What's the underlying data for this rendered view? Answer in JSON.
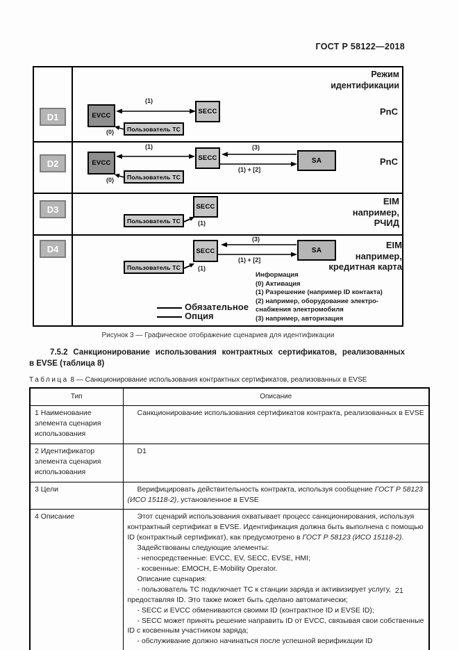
{
  "page": {
    "header": "ГОСТ Р 58122—2018",
    "number": "21"
  },
  "figure": {
    "mode_column_header": "Режим\nидентификации",
    "boxes": {
      "evcc": "EVCC",
      "secc": "SECC",
      "sa": "SA",
      "user": "Пользователь ТС"
    },
    "arrow_labels": {
      "activation": "(0)",
      "permission": "(1)",
      "authorization": "(3)",
      "combo": "(1) + [2]"
    },
    "rows": [
      {
        "id": "D1",
        "mode": "PnC"
      },
      {
        "id": "D2",
        "mode": "PnC"
      },
      {
        "id": "D3",
        "mode": "EIM\nнапример,\nРЧИД"
      },
      {
        "id": "D4",
        "mode": "EIM\nнапример,\nкредитная карта"
      }
    ],
    "info_block": "Информация\n(0) Активация\n(1) Разрешение (например ID контакта)\n(2) например, оборудование электро-\nснабжения электромобиля\n(3) например, авторизация",
    "legend": {
      "mandatory": "Обязательное",
      "option": "Опция"
    },
    "caption": "Рисунок 3 — Графическое отображение сценариев для идентификации"
  },
  "section": {
    "heading_line1": "7.5.2 Санкционирование использования контрактных сертификатов, реализованных",
    "heading_line2": "в EVSE (таблица 8)"
  },
  "table": {
    "caption_word": "Таблица",
    "caption_rest": " 8 — Санкционирование использования контрактных сертификатов, реализованных в EVSE",
    "col_headers": [
      "Тип",
      "Описание"
    ],
    "rows": [
      {
        "type": "1 Наименование элемента сценария использования",
        "desc": "Санкционирование использования сертификатов контракта, реализованных в EVSE"
      },
      {
        "type": "2 Идентификатор элемента сценария использования",
        "desc": "D1"
      },
      {
        "type": "3 Цели",
        "desc_pre": "Верифицировать действительность контракта, используя сообщение ",
        "desc_ref": "ГОСТ Р 58123 (ИСО 15118-2)",
        "desc_post": ", установленное в EVSE"
      },
      {
        "type": "4 Описание",
        "p1_pre": "Этот сценарий использования охватывает процесс санкционирования, используя контрактный сертификат в EVSE. Идентификация должна быть выполнена с помощью ID (контрактный сертификат), как предусмотрено в ",
        "p1_ref": "ГОСТ Р 58123 (ИСО 15118-2)",
        "p1_post": ".",
        "p2": "Задействованы следующие элементы:",
        "p3": "- непосредственные: EVCC, EV, SECC, EVSE, HMI;",
        "p4": "- косвенные: EMOCH, E-Mobility Operator.",
        "p5": "Описание сценария:",
        "p6": "- пользователь ТС подключает ТС к станции заряда и активизирует услугу, предоставляя ID. Это также может быть сделано автоматически;",
        "p7": "- SECC и EVCC обмениваются своими ID (контрактное ID и EVSE ID);",
        "p8": "- SECC может принять решение направить ID от EVCC, связывая свои собственные ID с косвенным участником заряда;",
        "p9": "- обслуживание должно начинаться после успешной верификации ID"
      }
    ]
  }
}
